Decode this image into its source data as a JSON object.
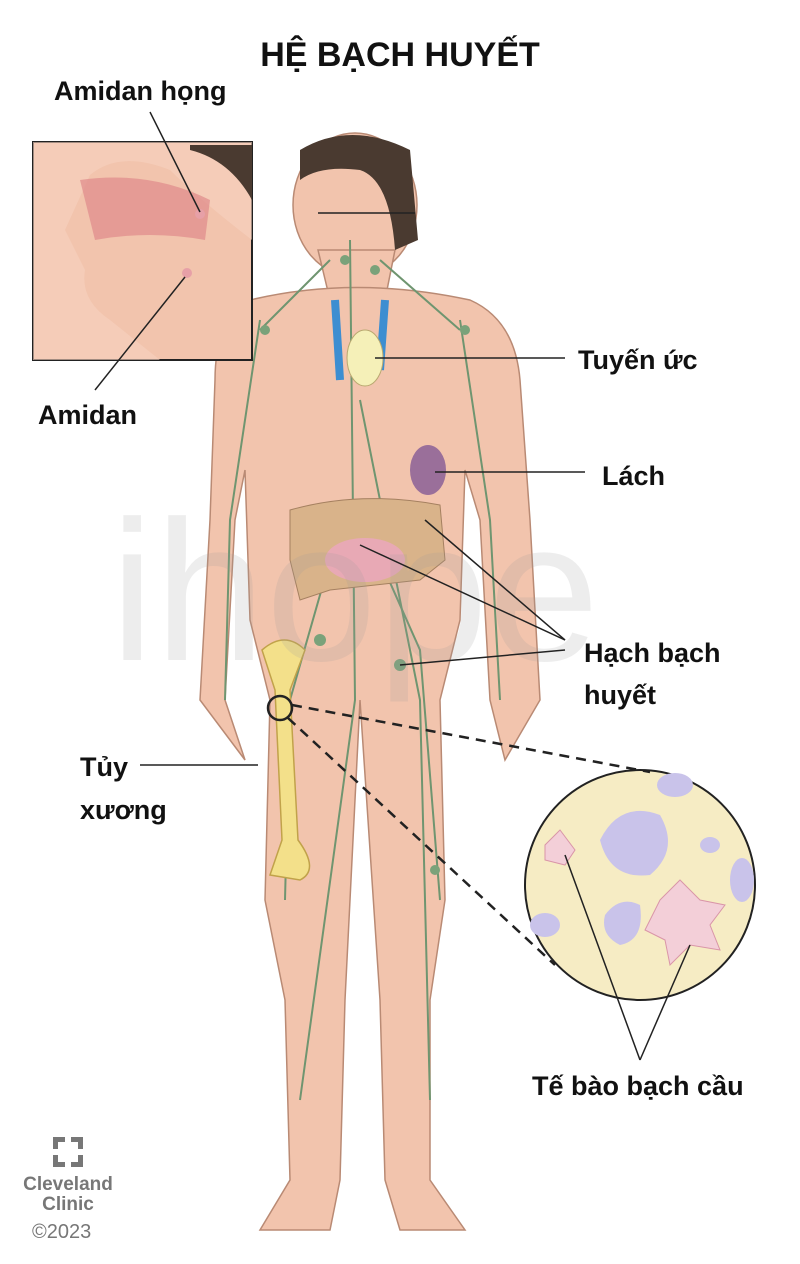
{
  "title": "HỆ BẠCH HUYẾT",
  "labels": {
    "pharyngeal_tonsil": "Amidan họng",
    "tonsil": "Amidan",
    "thymus": "Tuyến ức",
    "spleen": "Lách",
    "lymph_nodes_line1": "Hạch bạch",
    "lymph_nodes_line2": "huyết",
    "bone_marrow_line1": "Tủy",
    "bone_marrow_line2": "xương",
    "white_blood_cells": "Tế bào bạch cầu"
  },
  "logo": {
    "name_line1": "Cleveland",
    "name_line2": "Clinic",
    "copyright": "©2023"
  },
  "colors": {
    "skin": "#f2c4ad",
    "lymph": "#7a9a7a",
    "bone": "#f3e08a",
    "thymus": "#f5f0b8",
    "vessel": "#3d8ed1",
    "spleen": "#9a6f9a",
    "cell": "#c9c3ea"
  }
}
